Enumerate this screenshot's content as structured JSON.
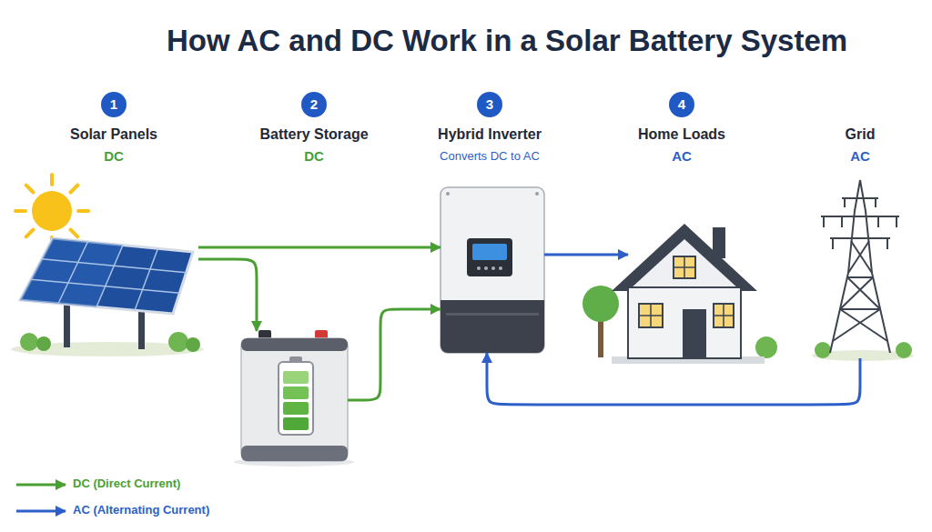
{
  "diagram": {
    "title": "How AC and DC Work in a Solar Battery System",
    "nodes": [
      {
        "text": [
          "Solar Panels",
          "DC"
        ]
      },
      {
        "text": [
          "Battery Storage",
          "DC"
        ]
      },
      {
        "text": [
          "Hybrid Inverter",
          "Converts DC to AC"
        ]
      },
      {
        "text": [
          "Home Loads",
          "AC"
        ]
      },
      {
        "text": [
          "Grid",
          "AC"
        ]
      }
    ],
    "edges": [
      {
        "from": 0,
        "to": 2,
        "arrow": "to"
      },
      {
        "from": 0,
        "to": 1,
        "arrow": "to"
      },
      {
        "from": 1,
        "to": 2,
        "arrow": "to"
      },
      {
        "from": 2,
        "to": 3,
        "arrow": "to"
      },
      {
        "from": 4,
        "to": 2,
        "arrow": "to"
      }
    ],
    "labels": [
      "1",
      "2",
      "3",
      "4"
    ],
    "legend": [
      {
        "text": "DC (Direct Current)"
      },
      {
        "text": "AC (Alternating Current)"
      }
    ]
  }
}
